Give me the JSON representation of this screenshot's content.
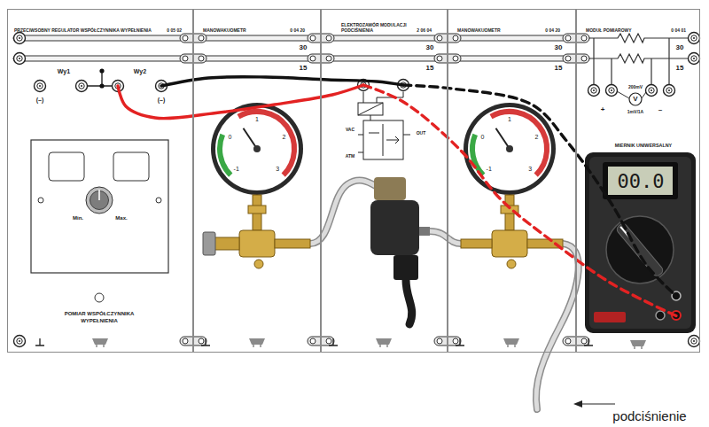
{
  "diagram": {
    "nodes": [
      {
        "text": [
          "PRZECIWSOBNY REGULATOR WSPÓŁCZYNNIKA WYPEŁNIENIA",
          "0 05 02"
        ]
      },
      {
        "text": [
          "MANOWAKUOMETR",
          "0 04 20"
        ]
      },
      {
        "text": [
          "ELEKTROZAWÓR MODULACJI PODCIŚNIENIA",
          "2 06 04"
        ]
      },
      {
        "text": [
          "MANOWAKUOMETR",
          "0 04 20"
        ]
      },
      {
        "text": [
          "MODUŁ POMIAROWY",
          "0 04 01"
        ]
      },
      {
        "text": [
          "MIERNIK UNIWERSALNY",
          "00.0"
        ],
        "in": 4
      }
    ],
    "edges": [
      {
        "from": 0,
        "to": 2,
        "arrow": "none"
      },
      {
        "from": 0,
        "to": 2,
        "arrow": "none"
      },
      {
        "from": 2,
        "to": 5,
        "arrow": "none"
      },
      {
        "from": 2,
        "to": 5,
        "arrow": "none"
      }
    ],
    "labels": [
      "Wy1",
      "Wy2",
      "(–)",
      "(–)",
      "Min.",
      "Max.",
      "POMIAR WSPÓŁCZYNNIKA WYPEŁNIENIA",
      "30",
      "15",
      "-1",
      "0",
      "1",
      "2",
      "3",
      "30",
      "15",
      "VAC",
      "OUT",
      "ATM",
      "30",
      "15",
      "-1",
      "0",
      "1",
      "2",
      "3",
      "30",
      "15",
      "+",
      "–",
      "200mV",
      "V",
      "1mV/1A",
      "podciśnienie"
    ]
  }
}
